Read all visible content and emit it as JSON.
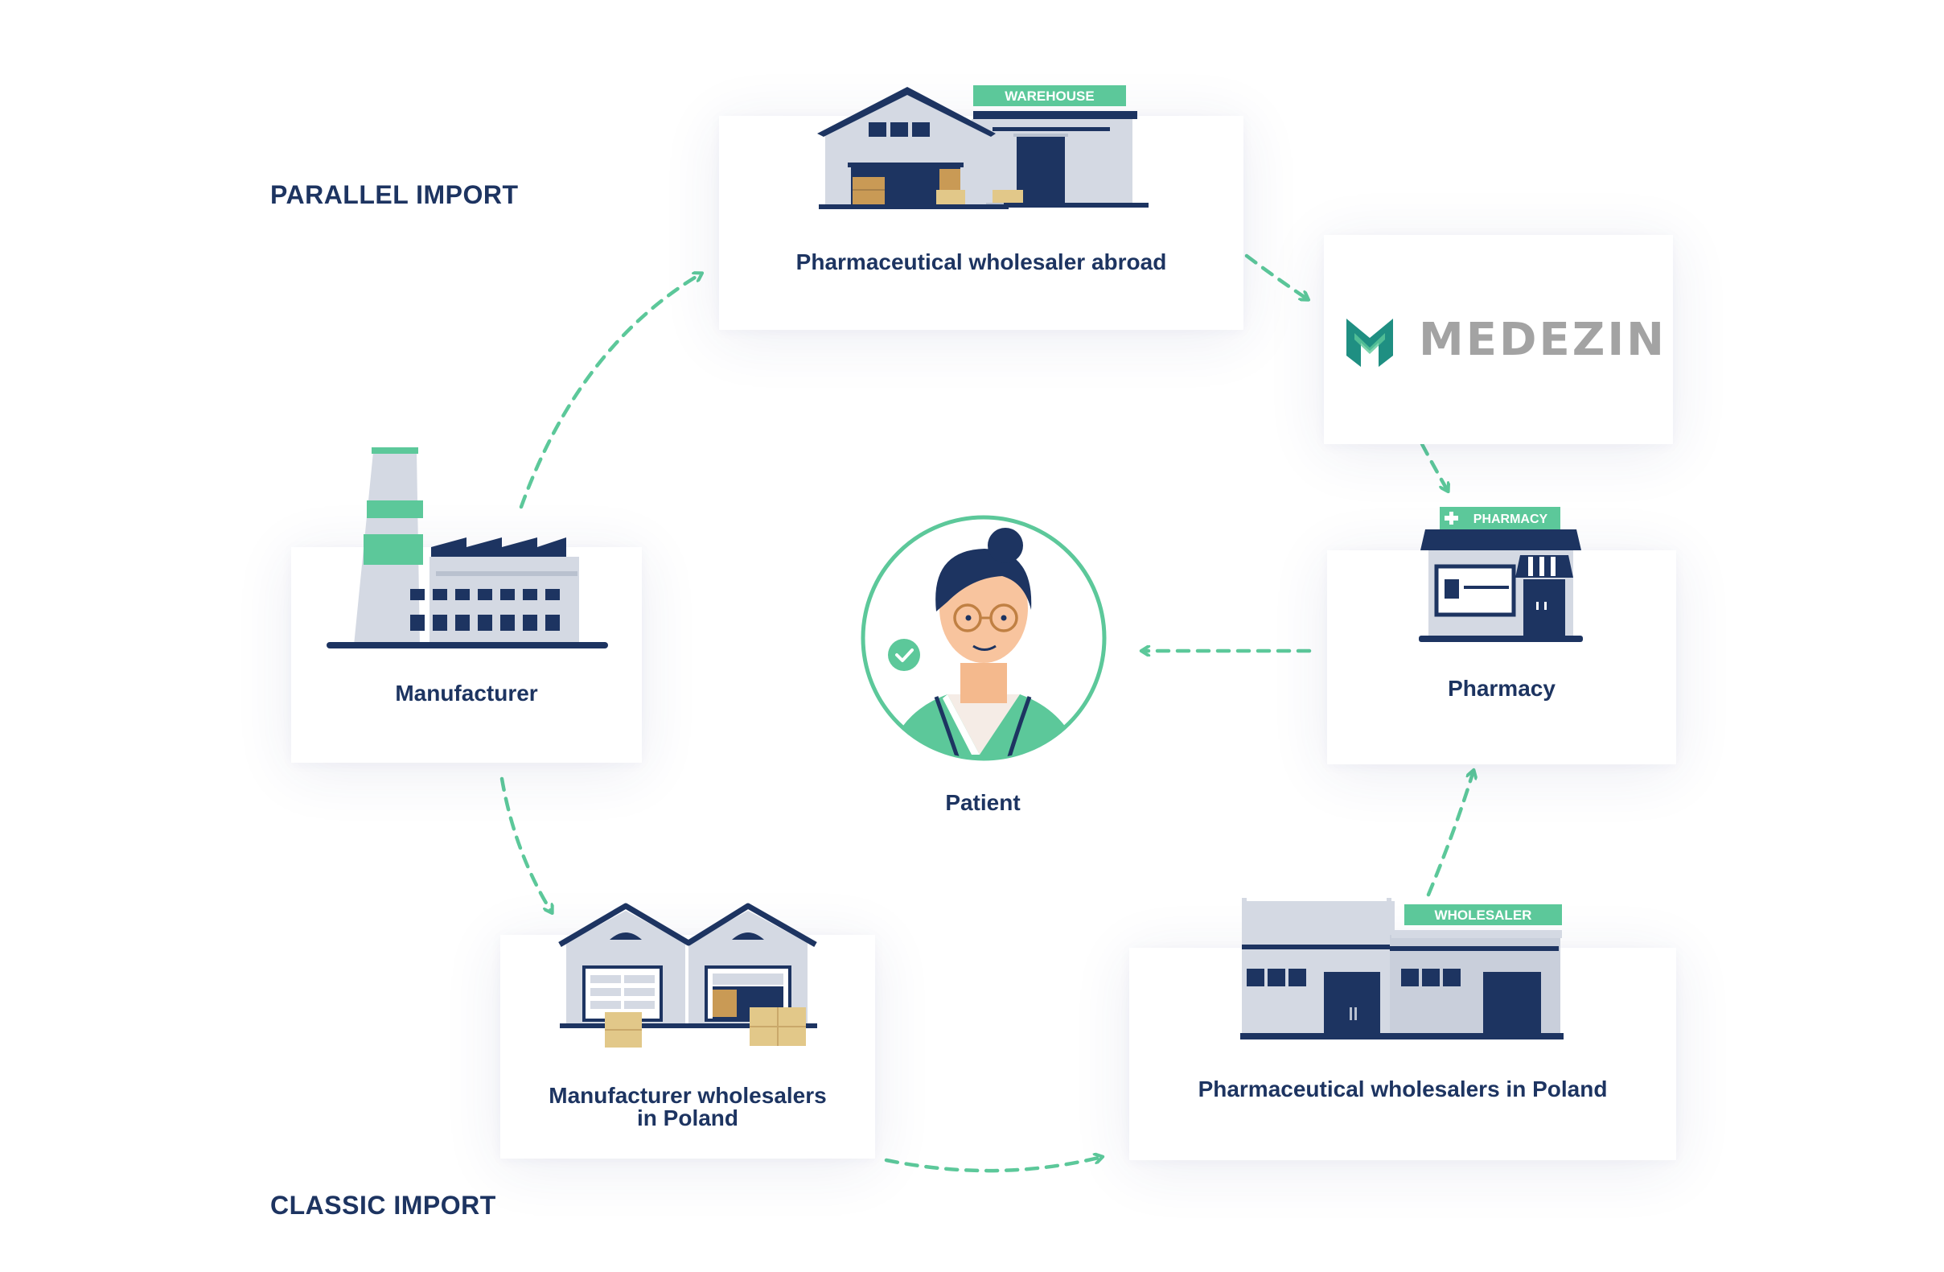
{
  "sections": {
    "parallel": "PARALLEL IMPORT",
    "classic": "CLASSIC IMPORT"
  },
  "nodes": {
    "wholesaler_abroad": {
      "label": "Pharmaceutical wholesaler abroad",
      "sign": "WAREHOUSE"
    },
    "medezin": {
      "logo_text": "MEDEZIN"
    },
    "manufacturer": {
      "label": "Manufacturer"
    },
    "pharmacy": {
      "label": "Pharmacy",
      "sign": "PHARMACY"
    },
    "patient": {
      "label": "Patient"
    },
    "manufacturer_wholesalers": {
      "label_line1": "Manufacturer wholesalers",
      "label_line2": "in Poland"
    },
    "pharma_wholesalers_poland": {
      "label": "Pharmaceutical wholesalers in Poland",
      "sign": "WHOLESALER"
    }
  },
  "edges": [
    {
      "from": "Manufacturer",
      "to": "Pharmaceutical wholesaler abroad"
    },
    {
      "from": "Pharmaceutical wholesaler abroad",
      "to": "MEDEZIN"
    },
    {
      "from": "MEDEZIN",
      "to": "Pharmacy"
    },
    {
      "from": "Pharmacy",
      "to": "Patient"
    },
    {
      "from": "Manufacturer",
      "to": "Manufacturer wholesalers in Poland"
    },
    {
      "from": "Manufacturer wholesalers in Poland",
      "to": "Pharmaceutical wholesalers in Poland"
    },
    {
      "from": "Pharmaceutical wholesalers in Poland",
      "to": "Pharmacy"
    }
  ],
  "colors": {
    "navy": "#1d3461",
    "green": "#5cc89a",
    "light_gray": "#d4d9e3",
    "mid_gray": "#b9c1cf",
    "box_tan": "#e2c889",
    "logo_gray": "#a3a3a3",
    "logo_green": "#1f8f82"
  }
}
